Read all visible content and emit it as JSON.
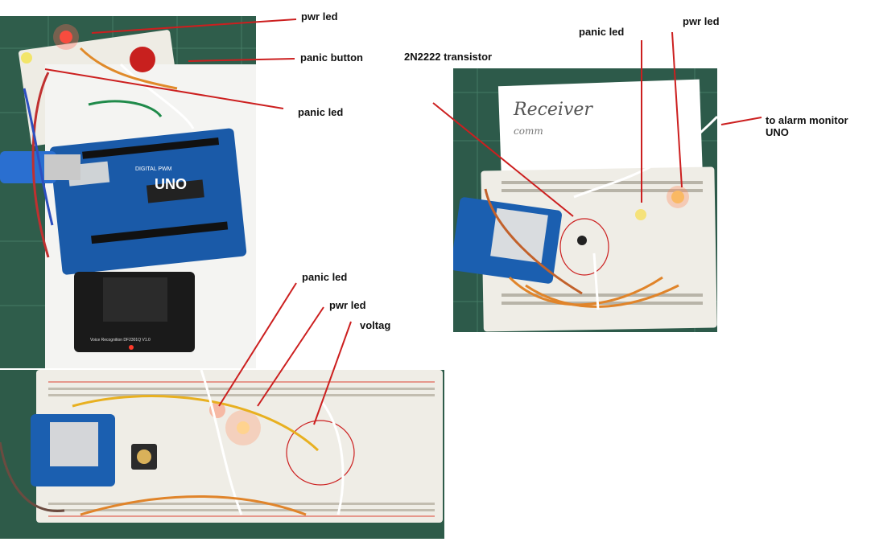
{
  "annotations": {
    "photo1": {
      "pwr_led": "pwr led",
      "panic_button": "panic button",
      "panic_led": "panic led"
    },
    "photo2": {
      "transistor": "2N2222 transistor",
      "panic_led": "panic led",
      "pwr_led": "pwr led",
      "alarm_monitor": "to alarm monitor UNO"
    },
    "photo3": {
      "panic_led": "panic led",
      "pwr_led": "pwr led",
      "voltage": "voltag"
    }
  },
  "board_texts": {
    "uno_logo": "UNO",
    "uno_small": "DIGITAL PWM",
    "voice_module": "Voice Recognition DF2301Q V1.0",
    "receiver_note": "Receiver",
    "receiver_note_sub": "comm"
  },
  "colors": {
    "annotation_line": "#cc1f1f",
    "cutting_mat": "#2f5d4b",
    "breadboard": "#f1efe9",
    "arduino_blue": "#1a5aa8",
    "wemos_blue": "#1b5fb0"
  }
}
